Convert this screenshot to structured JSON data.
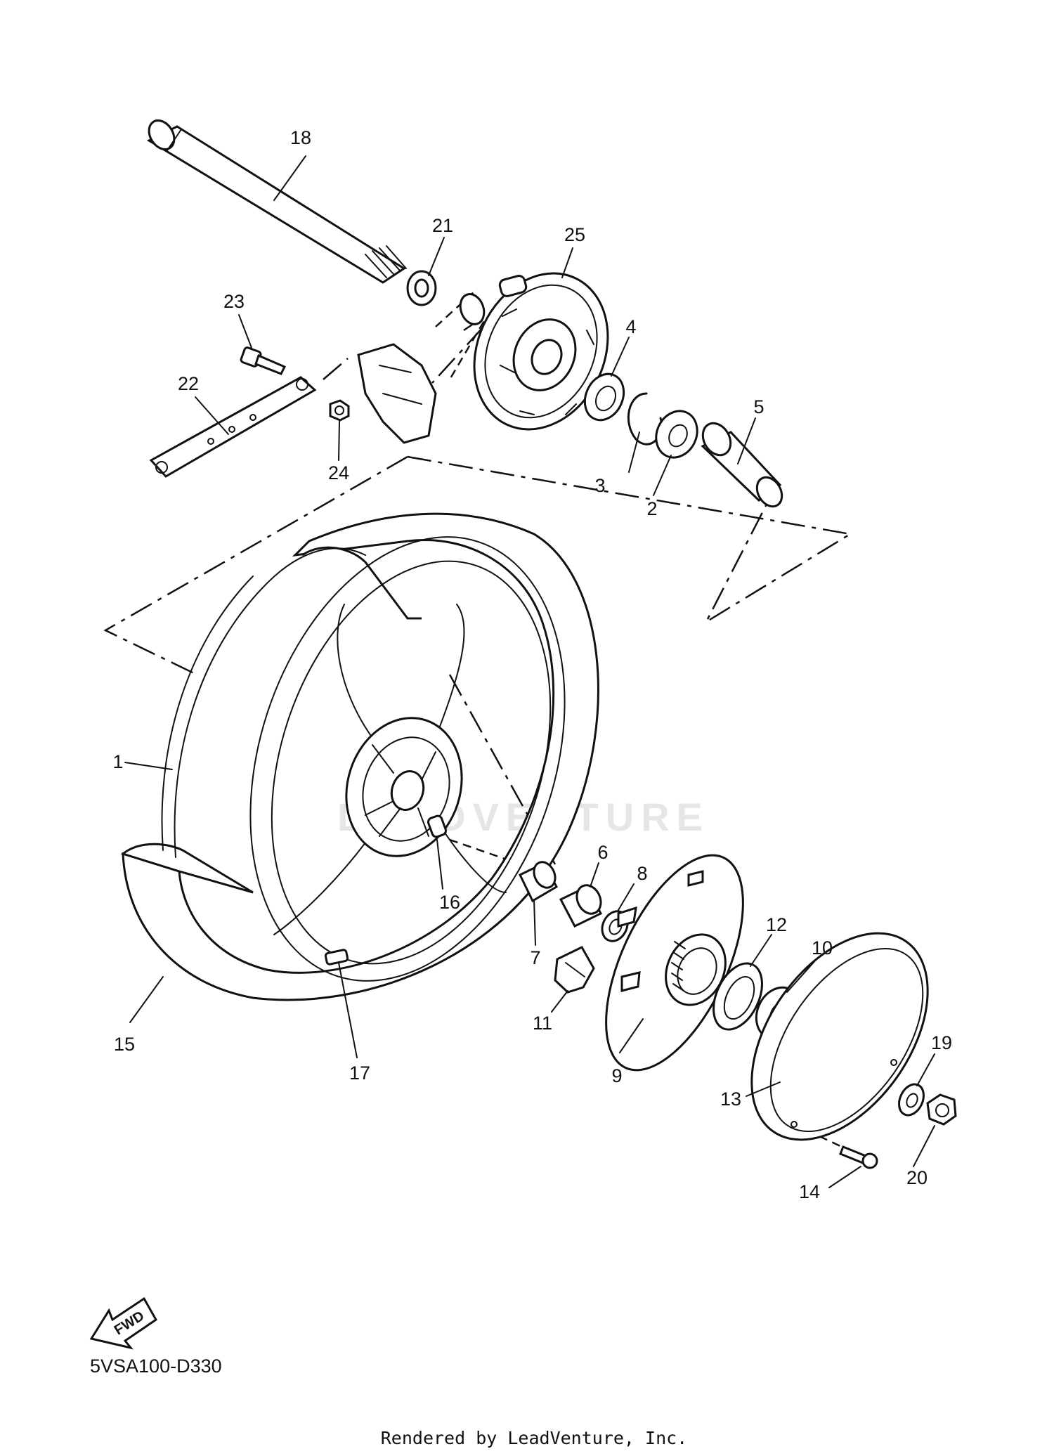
{
  "diagram_code": "5VSA100-D330",
  "credit": "Rendered by LeadVenture, Inc.",
  "watermark": "LEADVENTURE",
  "fwd_label": "FWD",
  "parts": [
    {
      "id": "1",
      "name": "wheel"
    },
    {
      "id": "2",
      "name": "bearing"
    },
    {
      "id": "3",
      "name": "circlip"
    },
    {
      "id": "4",
      "name": "oil-seal"
    },
    {
      "id": "5",
      "name": "collar"
    },
    {
      "id": "6",
      "name": "bearing"
    },
    {
      "id": "7",
      "name": "spacer"
    },
    {
      "id": "8",
      "name": "circlip"
    },
    {
      "id": "9",
      "name": "clutch-hub"
    },
    {
      "id": "10",
      "name": "bearing"
    },
    {
      "id": "11",
      "name": "damper"
    },
    {
      "id": "12",
      "name": "oil-seal"
    },
    {
      "id": "13",
      "name": "cover"
    },
    {
      "id": "14",
      "name": "screw"
    },
    {
      "id": "15",
      "name": "tire"
    },
    {
      "id": "16",
      "name": "valve"
    },
    {
      "id": "17",
      "name": "balance-weight"
    },
    {
      "id": "18",
      "name": "wheel-axle"
    },
    {
      "id": "19",
      "name": "washer"
    },
    {
      "id": "20",
      "name": "nut"
    },
    {
      "id": "21",
      "name": "collar"
    },
    {
      "id": "22",
      "name": "tension-bar"
    },
    {
      "id": "23",
      "name": "bolt"
    },
    {
      "id": "24",
      "name": "nut"
    },
    {
      "id": "25",
      "name": "brake-shoe-plate"
    }
  ]
}
